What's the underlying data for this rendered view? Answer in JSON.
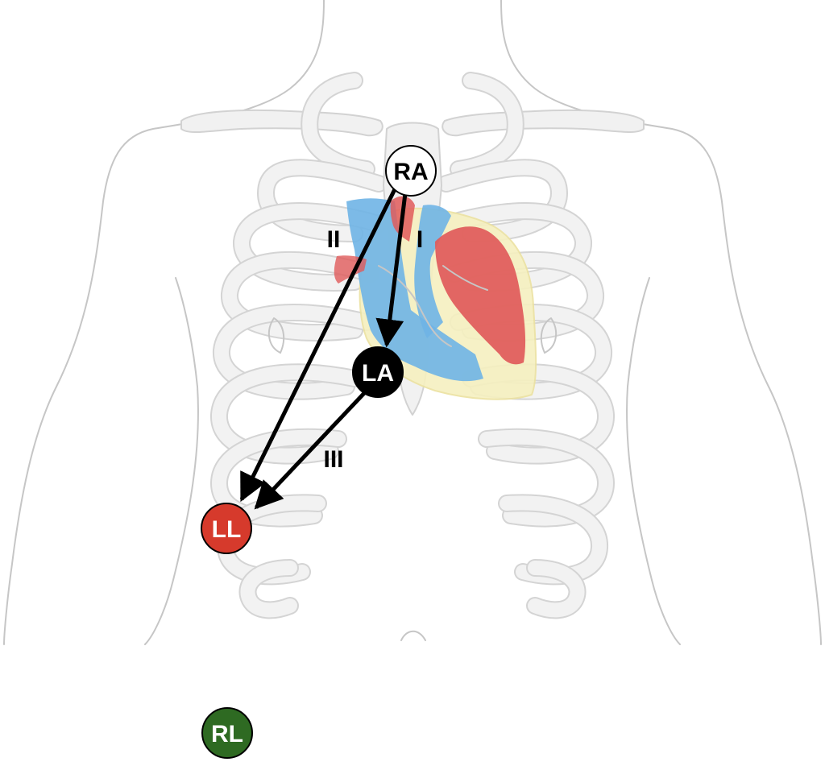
{
  "electrodes": {
    "ra": {
      "label": "RA",
      "fill": "#ffffff",
      "text_color": "#000000"
    },
    "la": {
      "label": "LA",
      "fill": "#000000",
      "text_color": "#ffffff"
    },
    "ll": {
      "label": "LL",
      "fill": "#d63a2c",
      "text_color": "#ffffff"
    },
    "rl": {
      "label": "RL",
      "fill": "#2e6a22",
      "text_color": "#ffffff"
    }
  },
  "leads": {
    "lead_1": {
      "label": "I"
    },
    "lead_2": {
      "label": "II"
    },
    "lead_3": {
      "label": "III"
    }
  },
  "colors": {
    "arterial_red": "#e05a5a",
    "venous_blue": "#6fb4e6",
    "pericardium_yellow": "#f6f0c0",
    "skeleton_gray": "#d4d4d4"
  }
}
